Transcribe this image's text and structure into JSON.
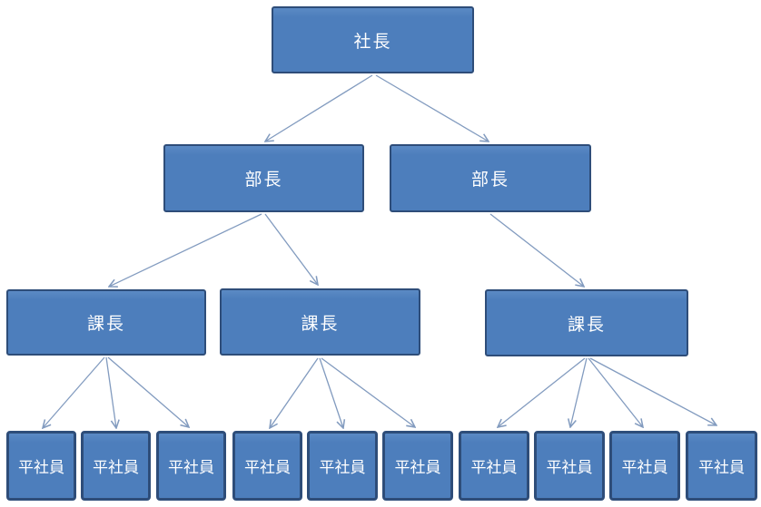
{
  "diagram": {
    "type": "org-chart",
    "colors": {
      "background": "#ffffff",
      "node_fill": "#4d7ebc",
      "node_fill_top": "#5b8ac4",
      "node_border": "#2e4d79",
      "node_text": "#ffffff",
      "arrow": "#829bbf"
    },
    "nodes": [
      {
        "id": "president",
        "label": "社長",
        "level": 1
      },
      {
        "id": "dept-1",
        "label": "部長",
        "level": 2
      },
      {
        "id": "dept-2",
        "label": "部長",
        "level": 2
      },
      {
        "id": "sec-1",
        "label": "課長",
        "level": 3
      },
      {
        "id": "sec-2",
        "label": "課長",
        "level": 3
      },
      {
        "id": "sec-3",
        "label": "課長",
        "level": 3
      },
      {
        "id": "staff-1",
        "label": "平社員",
        "level": 4
      },
      {
        "id": "staff-2",
        "label": "平社員",
        "level": 4
      },
      {
        "id": "staff-3",
        "label": "平社員",
        "level": 4
      },
      {
        "id": "staff-4",
        "label": "平社員",
        "level": 4
      },
      {
        "id": "staff-5",
        "label": "平社員",
        "level": 4
      },
      {
        "id": "staff-6",
        "label": "平社員",
        "level": 4
      },
      {
        "id": "staff-7",
        "label": "平社員",
        "level": 4
      },
      {
        "id": "staff-8",
        "label": "平社員",
        "level": 4
      },
      {
        "id": "staff-9",
        "label": "平社員",
        "level": 4
      },
      {
        "id": "staff-10",
        "label": "平社員",
        "level": 4
      }
    ],
    "edges": [
      {
        "from": "president",
        "to": "dept-1"
      },
      {
        "from": "president",
        "to": "dept-2"
      },
      {
        "from": "dept-1",
        "to": "sec-1"
      },
      {
        "from": "dept-1",
        "to": "sec-2"
      },
      {
        "from": "dept-2",
        "to": "sec-3"
      },
      {
        "from": "sec-1",
        "to": "staff-1"
      },
      {
        "from": "sec-1",
        "to": "staff-2"
      },
      {
        "from": "sec-1",
        "to": "staff-3"
      },
      {
        "from": "sec-2",
        "to": "staff-4"
      },
      {
        "from": "sec-2",
        "to": "staff-5"
      },
      {
        "from": "sec-2",
        "to": "staff-6"
      },
      {
        "from": "sec-3",
        "to": "staff-7"
      },
      {
        "from": "sec-3",
        "to": "staff-8"
      },
      {
        "from": "sec-3",
        "to": "staff-9"
      },
      {
        "from": "sec-3",
        "to": "staff-10"
      }
    ]
  }
}
